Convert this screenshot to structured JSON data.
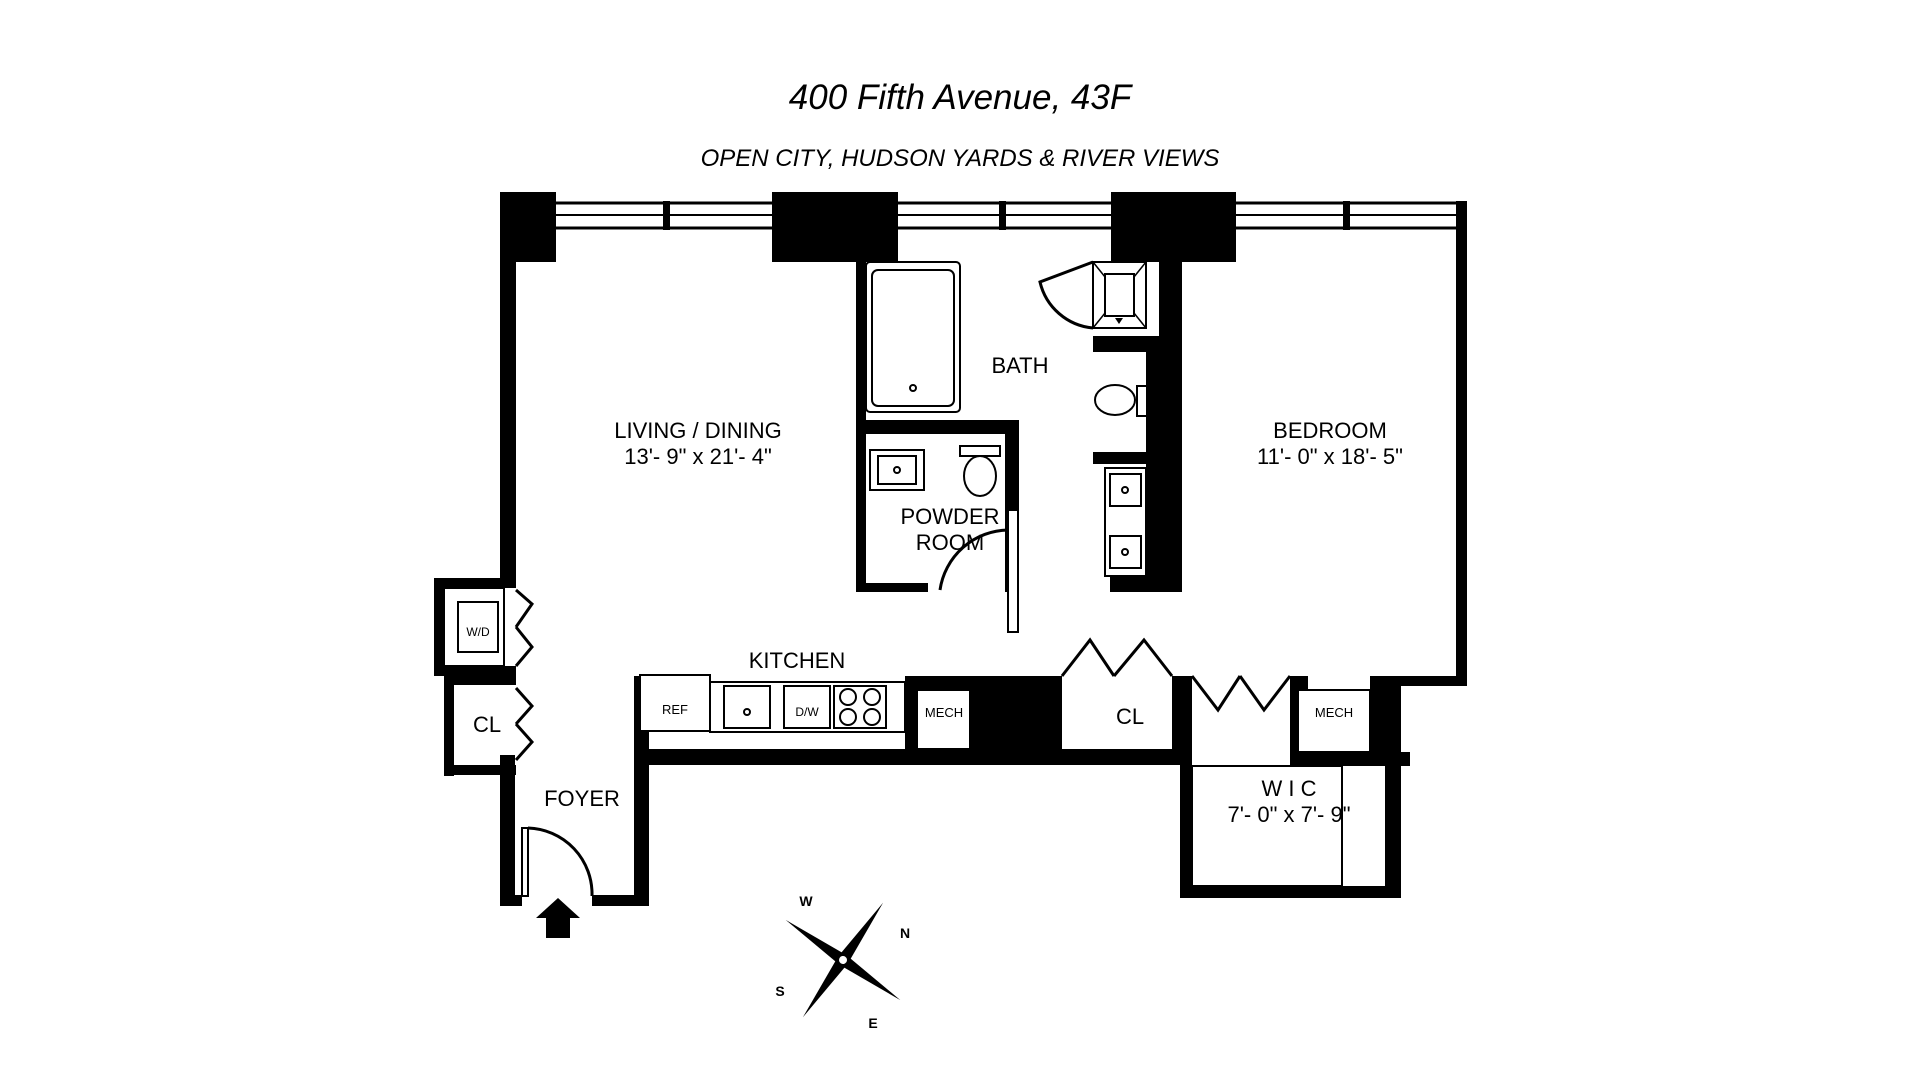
{
  "header": {
    "title": "400 Fifth Avenue, 43F",
    "subtitle": "OPEN CITY, HUDSON YARDS & RIVER VIEWS"
  },
  "rooms": {
    "living": {
      "name": "LIVING / DINING",
      "dims": "13'- 9\" x 21'- 4\""
    },
    "bath": {
      "name": "BATH"
    },
    "bedroom": {
      "name": "BEDROOM",
      "dims": "11'- 0\" x 18'- 5\""
    },
    "powder": {
      "line1": "POWDER",
      "line2": "ROOM"
    },
    "kitchen": {
      "name": "KITCHEN"
    },
    "foyer": {
      "name": "FOYER"
    },
    "wic": {
      "name": "W I C",
      "dims": "7'- 0\" x 7'- 9\""
    },
    "closet_left": {
      "name": "CL"
    },
    "closet_mid": {
      "name": "CL"
    }
  },
  "fixtures": {
    "washer_dryer": "W/D",
    "refrigerator": "REF",
    "dishwasher": "D/W",
    "mech_1": "MECH",
    "mech_2": "MECH"
  },
  "compass": {
    "north": "N",
    "south": "S",
    "east": "E",
    "west": "W"
  }
}
